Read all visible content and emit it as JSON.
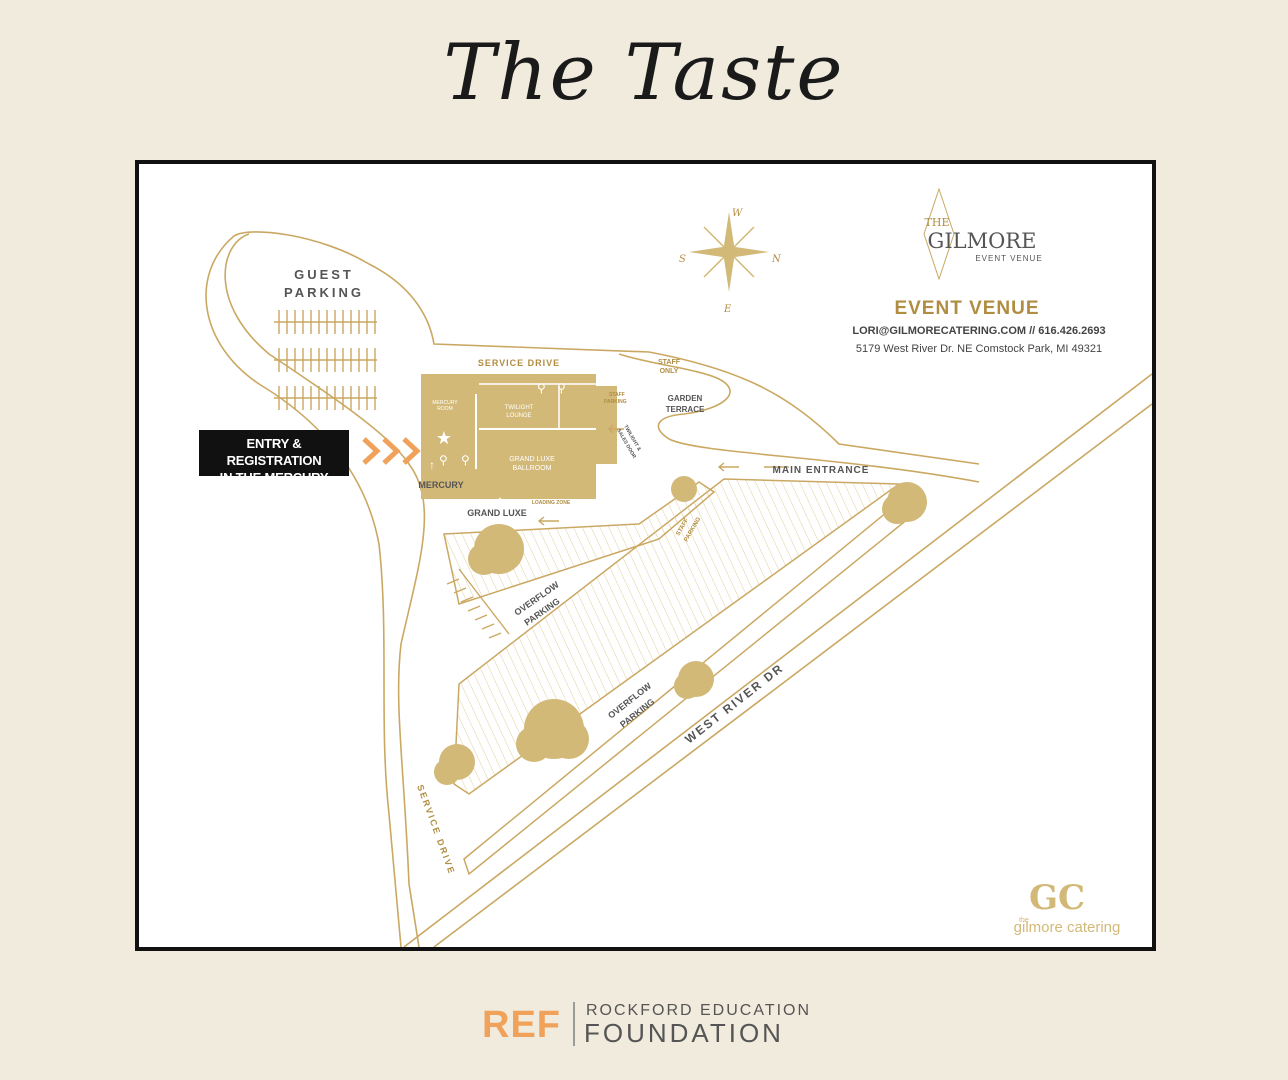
{
  "title": "The Taste",
  "map": {
    "callout": {
      "line1": "ENTRY & REGISTRATION",
      "line2": "IN THE MERCURY ROOM"
    },
    "compass": {
      "north": "N",
      "south": "S",
      "east": "E",
      "west": "W"
    },
    "venue": {
      "logo_the": "THE",
      "logo_name": "GILMORE",
      "logo_sub": "EVENT VENUE",
      "heading": "EVENT VENUE",
      "contact": "LORI@GILMORECATERING.COM // 616.426.2693",
      "address": "5179 West River Dr. NE Comstock Park, MI 49321"
    },
    "labels": {
      "guest": "GUEST",
      "parking": "PARKING",
      "service_drive_top": "SERVICE DRIVE",
      "staff": "STAFF",
      "only": "ONLY",
      "garden": "GARDEN",
      "terrace": "TERRACE",
      "staff_parking_top_1": "STAFF",
      "staff_parking_top_2": "PARKING",
      "mercury_room_1": "MERCURY",
      "mercury_room_2": "ROOM",
      "twilight_1": "TWILIGHT",
      "twilight_2": "LOUNGE",
      "twilight_door_1": "TWILIGHT &",
      "twilight_door_2": "SALES DOOR",
      "grand_luxe_1": "GRAND LUXE",
      "grand_luxe_2": "BALLROOM",
      "loading_zone": "LOADING ZONE",
      "mercury": "MERCURY",
      "grand_luxe": "GRAND LUXE",
      "main_entrance": "MAIN ENTRANCE",
      "staff_parking_mid_1": "STAFF",
      "staff_parking_mid_2": "PARKING",
      "overflow_1a": "OVERFLOW",
      "overflow_1b": "PARKING",
      "overflow_2a": "OVERFLOW",
      "overflow_2b": "PARKING",
      "west_river_dr": "WEST RIVER DR",
      "service_drive_bottom": "SERVICE DRIVE"
    },
    "catering_logo": {
      "mark": "GC",
      "text_small": "the",
      "text": "gilmore catering"
    }
  },
  "footer": {
    "ref": "REF",
    "line1": "ROCKFORD EDUCATION",
    "line2": "FOUNDATION"
  },
  "colors": {
    "gold": "#d2b978",
    "gold_line": "#caa862",
    "dark_gold": "#b08d40",
    "orange": "#f0a25a",
    "background": "#f1ebde"
  }
}
